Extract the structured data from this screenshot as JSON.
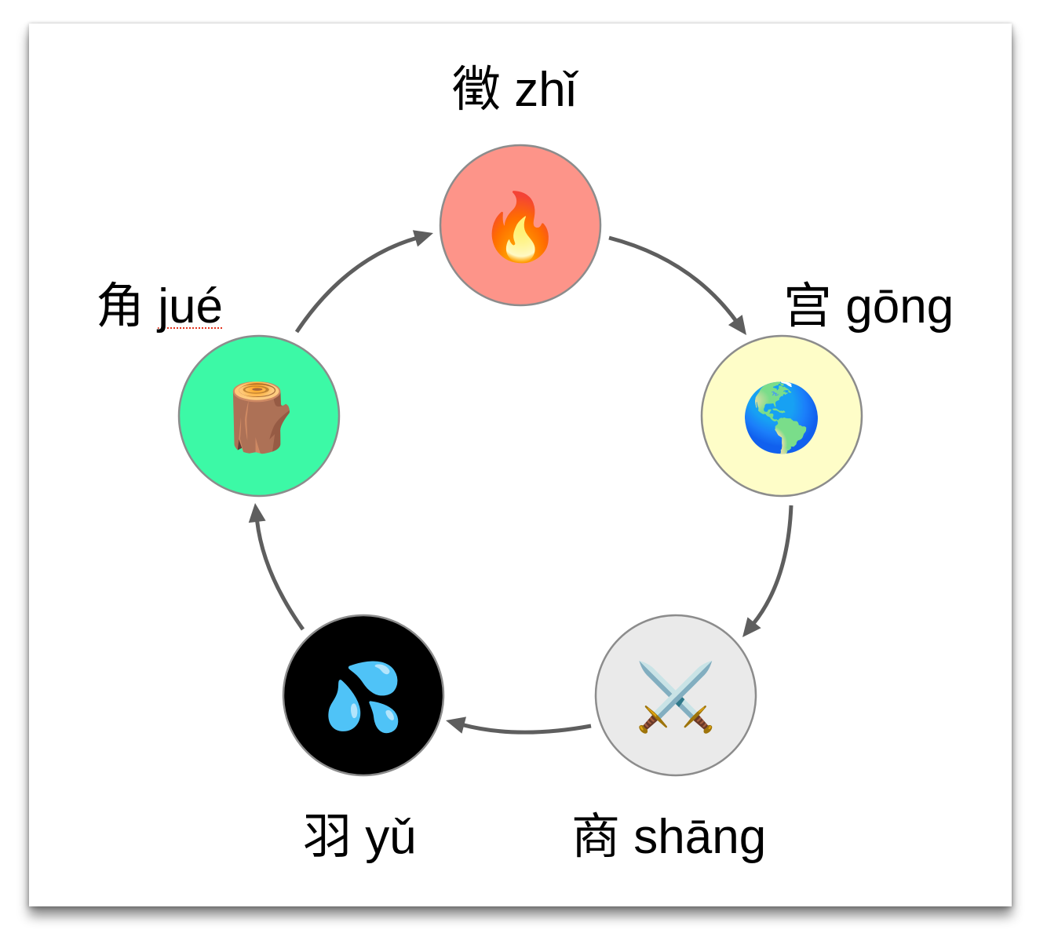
{
  "diagram": {
    "title": "Five tones and five elements cycle",
    "nodes": [
      {
        "id": "zhi",
        "hanzi": "徵",
        "pinyin": "zhǐ",
        "element": "fire",
        "icon": "fire-icon",
        "emoji": "🔥",
        "fill": "#fd9489"
      },
      {
        "id": "gong",
        "hanzi": "宫",
        "pinyin": "gōng",
        "element": "earth",
        "icon": "globe-americas-icon",
        "emoji": "🌎",
        "fill": "#fefdc8"
      },
      {
        "id": "shang",
        "hanzi": "商",
        "pinyin": "shāng",
        "element": "metal",
        "icon": "crossed-swords-icon",
        "emoji": "⚔️",
        "fill": "#eaeaea"
      },
      {
        "id": "yu",
        "hanzi": "羽",
        "pinyin": "yǔ",
        "element": "water",
        "icon": "sweat-droplets-icon",
        "emoji": "💦",
        "fill": "#000000"
      },
      {
        "id": "jue",
        "hanzi": "角",
        "pinyin": "jué",
        "element": "wood",
        "icon": "wood-logs-icon",
        "emoji": "🪵",
        "fill": "#3cf9a6"
      }
    ],
    "edges": [
      {
        "from": "jue",
        "to": "zhi"
      },
      {
        "from": "zhi",
        "to": "gong"
      },
      {
        "from": "gong",
        "to": "shang"
      },
      {
        "from": "shang",
        "to": "yu"
      },
      {
        "from": "yu",
        "to": "jue"
      }
    ],
    "colors": {
      "arrow": "#5e5e5e",
      "node_stroke": "#8c8c8c",
      "text": "#000000",
      "spellcheck_underline": "#e3341f"
    }
  }
}
